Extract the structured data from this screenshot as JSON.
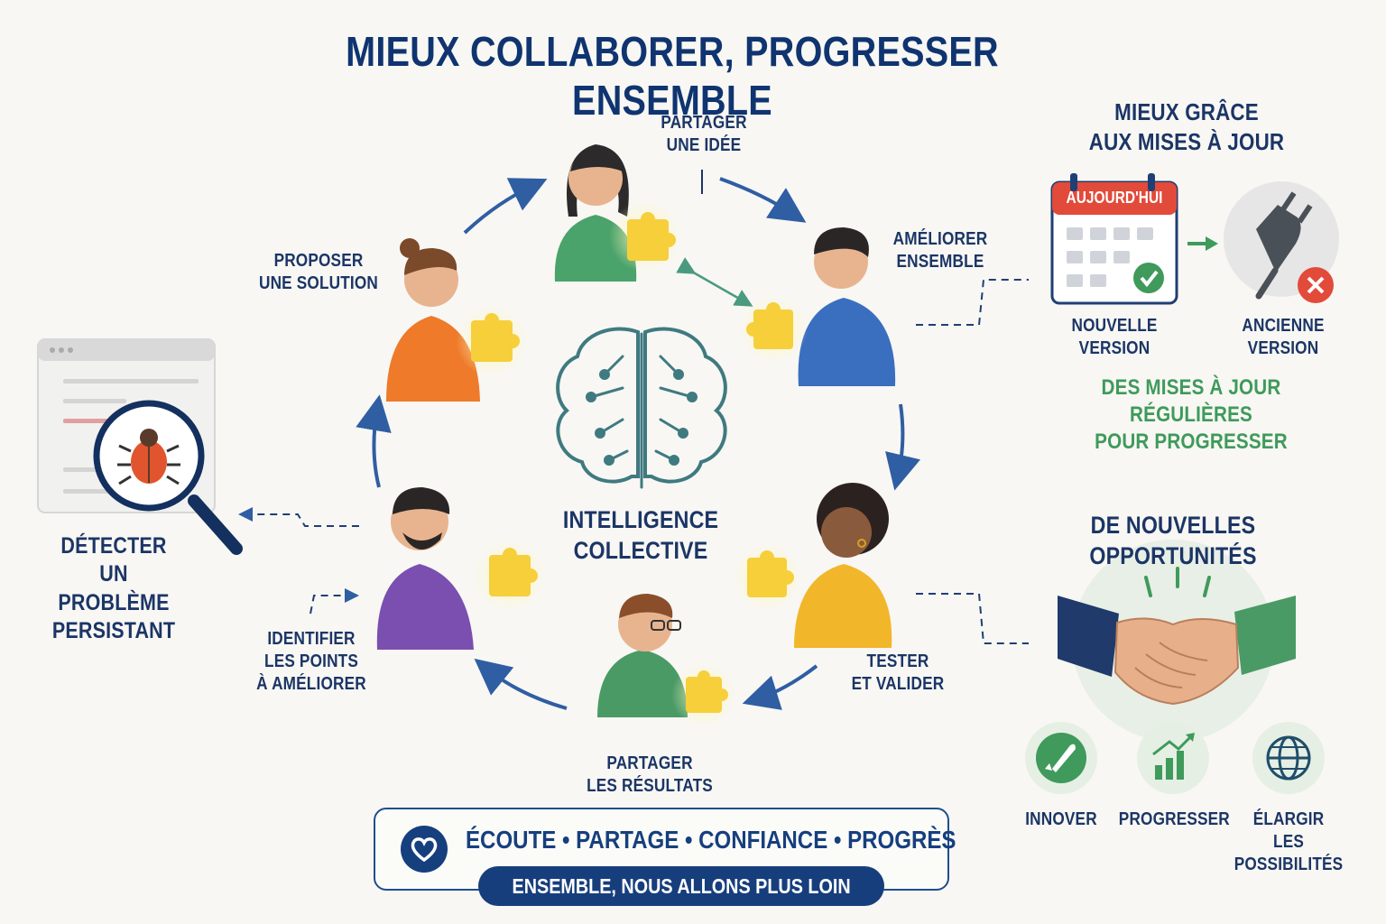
{
  "title": "MIEUX COLLABORER, PROGRESSER ENSEMBLE",
  "center": {
    "line1": "INTELLIGENCE",
    "line2": "COLLECTIVE"
  },
  "cycle": {
    "steps": [
      {
        "line1": "PARTAGER",
        "line2": "UNE IDÉE",
        "line3": ""
      },
      {
        "line1": "AMÉLIORER",
        "line2": "ENSEMBLE",
        "line3": ""
      },
      {
        "line1": "TESTER",
        "line2": "ET VALIDER",
        "line3": ""
      },
      {
        "line1": "PARTAGER",
        "line2": "LES RÉSULTATS",
        "line3": ""
      },
      {
        "line1": "IDENTIFIER",
        "line2": "LES POINTS",
        "line3": "À AMÉLIORER"
      },
      {
        "line1": "PROPOSER",
        "line2": "UNE SOLUTION",
        "line3": ""
      }
    ],
    "colors": {
      "person1": "#4aa36a",
      "person2": "#3a6fbf",
      "person3": "#f2b62a",
      "person4": "#4a9a66",
      "person5": "#7a4fb0",
      "person6": "#ee7a2a",
      "puzzle": "#f6cf3a",
      "arrow": "#2f5ea3"
    }
  },
  "detect": {
    "line1": "DÉTECTER",
    "line2": "UN PROBLÈME",
    "line3": "PERSISTANT"
  },
  "updates": {
    "heading1": "MIEUX GRÂCE",
    "heading2": "AUX MISES À JOUR",
    "calendar_label": "AUJOURD'HUI",
    "new_version1": "NOUVELLE",
    "new_version2": "VERSION",
    "old_version1": "ANCIENNE",
    "old_version2": "VERSION",
    "tagline1": "DES MISES À JOUR RÉGULIÈRES",
    "tagline2": "POUR PROGRESSER"
  },
  "opportunities": {
    "heading1": "DE NOUVELLES",
    "heading2": "OPPORTUNITÉS",
    "items": [
      {
        "icon": "rocket-icon",
        "line1": "INNOVER",
        "line2": ""
      },
      {
        "icon": "growth-chart-icon",
        "line1": "PROGRESSER",
        "line2": ""
      },
      {
        "icon": "globe-icon",
        "line1": "ÉLARGIR",
        "line2": "LES POSSIBILITÉS"
      }
    ]
  },
  "values": {
    "text": "ÉCOUTE • PARTAGE • CONFIANCE • PROGRÈS",
    "banner": "ENSEMBLE, NOUS ALLONS PLUS LOIN"
  },
  "colors": {
    "navy": "#163f7e",
    "green": "#3f9a5b",
    "red": "#e24a3a",
    "background": "#f8f7f3"
  }
}
